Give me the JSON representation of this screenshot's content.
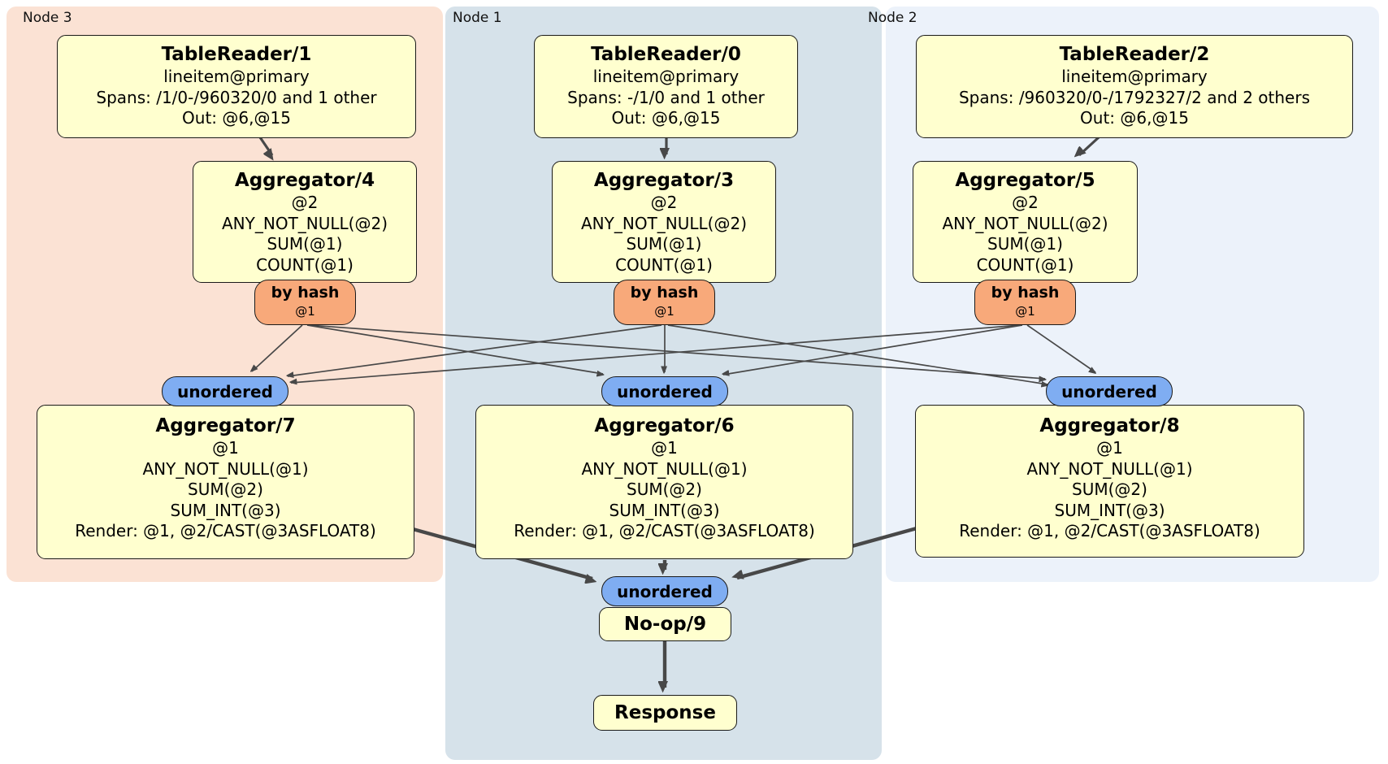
{
  "diagram": {
    "kind": "distributed SQL physical plan",
    "colors": {
      "node3_panel_bg": "#fbe2d4",
      "node1_panel_bg": "#d6e2ea",
      "node2_panel_bg": "#ecf2fa",
      "processor_box_bg": "#ffffcf",
      "router_oval_bg": "#f8a97a",
      "sync_oval_bg": "#7fadf2",
      "edge_color": "#484848",
      "border_color": "#1a1a1a"
    }
  },
  "panels": {
    "node3": {
      "label": "Node 3"
    },
    "node1": {
      "label": "Node 1"
    },
    "node2": {
      "label": "Node 2"
    }
  },
  "nodes": {
    "tr1": {
      "title": "TableReader/1",
      "lines": [
        "lineitem@primary",
        "Spans: /1/0-/960320/0 and 1 other",
        "Out: @6,@15"
      ]
    },
    "tr0": {
      "title": "TableReader/0",
      "lines": [
        "lineitem@primary",
        "Spans: -/1/0 and 1 other",
        "Out: @6,@15"
      ]
    },
    "tr2": {
      "title": "TableReader/2",
      "lines": [
        "lineitem@primary",
        "Spans: /960320/0-/1792327/2 and 2 others",
        "Out: @6,@15"
      ]
    },
    "agg4": {
      "title": "Aggregator/4",
      "lines": [
        "@2",
        "ANY_NOT_NULL(@2)",
        "SUM(@1)",
        "COUNT(@1)"
      ]
    },
    "agg3": {
      "title": "Aggregator/3",
      "lines": [
        "@2",
        "ANY_NOT_NULL(@2)",
        "SUM(@1)",
        "COUNT(@1)"
      ]
    },
    "agg5": {
      "title": "Aggregator/5",
      "lines": [
        "@2",
        "ANY_NOT_NULL(@2)",
        "SUM(@1)",
        "COUNT(@1)"
      ]
    },
    "agg7": {
      "title": "Aggregator/7",
      "lines": [
        "@1",
        "ANY_NOT_NULL(@1)",
        "SUM(@2)",
        "SUM_INT(@3)",
        "Render: @1, @2/CAST(@3ASFLOAT8)"
      ]
    },
    "agg6": {
      "title": "Aggregator/6",
      "lines": [
        "@1",
        "ANY_NOT_NULL(@1)",
        "SUM(@2)",
        "SUM_INT(@3)",
        "Render: @1, @2/CAST(@3ASFLOAT8)"
      ]
    },
    "agg8": {
      "title": "Aggregator/8",
      "lines": [
        "@1",
        "ANY_NOT_NULL(@1)",
        "SUM(@2)",
        "SUM_INT(@3)",
        "Render: @1, @2/CAST(@3ASFLOAT8)"
      ]
    },
    "noop": {
      "title": "No-op/9"
    },
    "response": {
      "title": "Response"
    }
  },
  "routers": {
    "by_hash": {
      "label": "by hash",
      "detail": "@1"
    },
    "unordered": {
      "label": "unordered"
    }
  }
}
